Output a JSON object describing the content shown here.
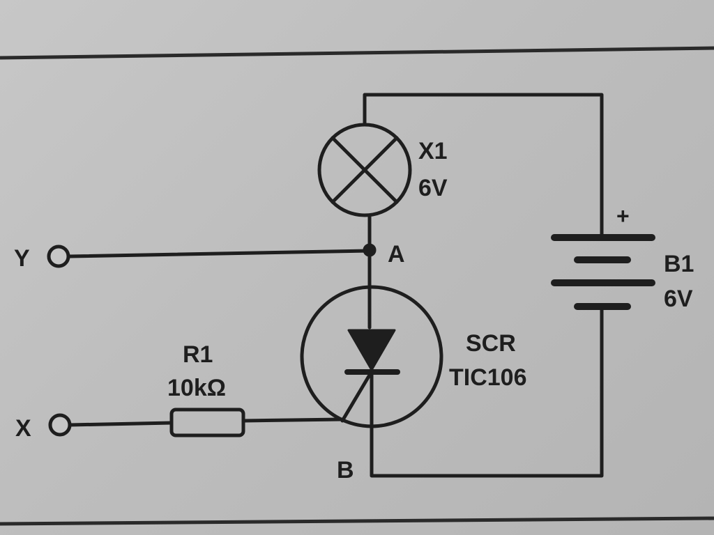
{
  "labels": {
    "lamp_name": "X1",
    "lamp_voltage": "6V",
    "battery_plus": "+",
    "battery_name": "B1",
    "battery_voltage": "6V",
    "node_a": "A",
    "node_b": "B",
    "terminal_y": "Y",
    "terminal_x": "X",
    "resistor_name": "R1",
    "resistor_value": "10kΩ",
    "scr_type": "SCR",
    "scr_part": "TIC106"
  }
}
